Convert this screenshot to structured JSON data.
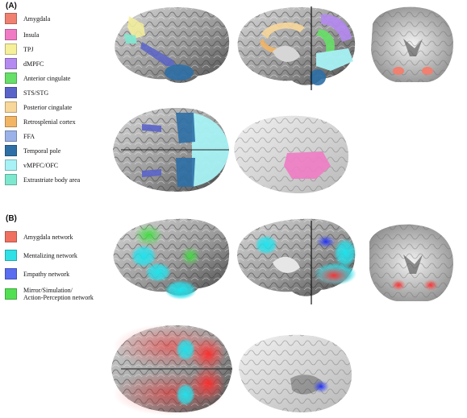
{
  "panel_a": {
    "label": "(A)",
    "legend": [
      {
        "label": "Amygdala",
        "color": "#f08070"
      },
      {
        "label": "Insula",
        "color": "#f07bc4"
      },
      {
        "label": "TPJ",
        "color": "#f6f09a"
      },
      {
        "label": "dMPFC",
        "color": "#b48af0"
      },
      {
        "label": "Anterior cingulate",
        "color": "#66e066"
      },
      {
        "label": "STS/STG",
        "color": "#5a64c8"
      },
      {
        "label": "Posterior cingulate",
        "color": "#f7d79a"
      },
      {
        "label": "Retrosplenial cortex",
        "color": "#f2b564"
      },
      {
        "label": "FFA",
        "color": "#9ab2e8"
      },
      {
        "label": "Temporal pole",
        "color": "#2e6fa6"
      },
      {
        "label": "vMPFC/OFC",
        "color": "#a8f2f6"
      },
      {
        "label": "Extrastriate body area",
        "color": "#7ee8cf"
      }
    ]
  },
  "panel_b": {
    "label": "(B)",
    "legend": [
      {
        "label": "Amygdala network",
        "color": "#f07060"
      },
      {
        "label": "Mentalizing network",
        "color": "#2fe0e6"
      },
      {
        "label": "Empathy network",
        "color": "#5a6cf0"
      },
      {
        "label": "Mirror/Simulation/",
        "label2": "Action-Perception network",
        "color": "#52e052"
      }
    ]
  }
}
